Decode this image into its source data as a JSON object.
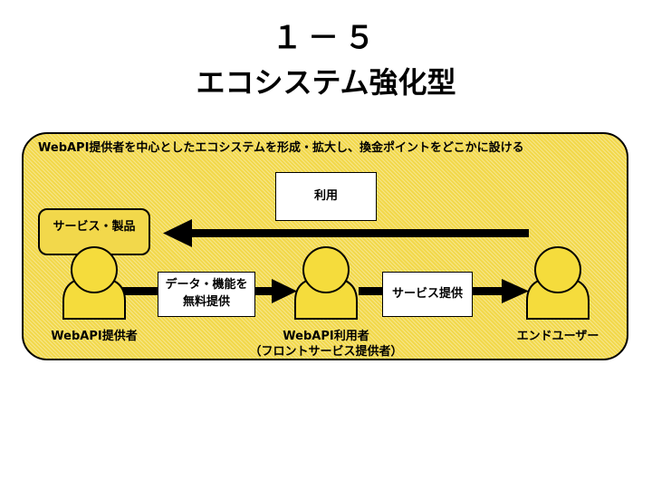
{
  "title": {
    "number": "１－５",
    "main": "エコシステム強化型"
  },
  "panel": {
    "heading": "WebAPI提供者を中心としたエコシステムを形成・拡大し、換金ポイントをどこかに設ける"
  },
  "boxes": {
    "usage": "利用",
    "service_product": "サービス・製品",
    "data_function_line1": "データ・機能を",
    "data_function_line2": "無料提供",
    "service_offer": "サービス提供"
  },
  "actors": {
    "provider": "WebAPI提供者",
    "user_line1": "WebAPI利用者",
    "user_line2": "（フロントサービス提供者）",
    "end_user": "エンドユーザー"
  },
  "colors": {
    "panel_fill": "#f2d84b",
    "person_fill": "#f5dc3c",
    "stroke": "#000000"
  }
}
